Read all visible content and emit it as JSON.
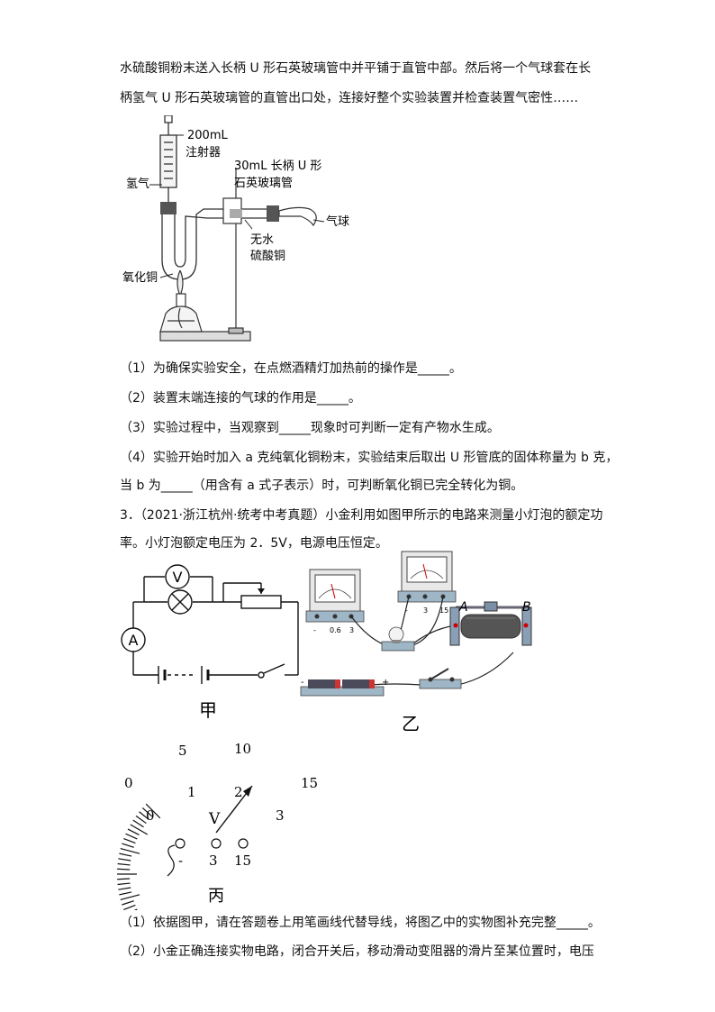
{
  "intro": {
    "line1": "水硫酸铜粉末送入长柄 U 形石英玻璃管中并平铺于直管中部。然后将一个气球套在长",
    "line2": "柄氢气 U 形石英玻璃管的直管出口处，连接好整个实验装置并检查装置气密性……"
  },
  "apparatus": {
    "syringe_volume": "200mL",
    "syringe_name": "注射器",
    "hydrogen": "氢气",
    "tube_line1": "30mL 长柄 U 形",
    "tube_line2": "石英玻璃管",
    "balloon": "气球",
    "cuso4_line1": "无水",
    "cuso4_line2": "硫酸铜",
    "cuo": "氧化铜"
  },
  "questions_q2": [
    "（1）为确保实验安全，在点燃酒精灯加热前的操作是_____。",
    "（2）装置末端连接的气球的作用是_____。",
    "（3）实验过程中，当观察到_____现象时可判断一定有产物水生成。",
    "（4）实验开始时加入 a 克纯氧化铜粉末，实验结束后取出 U 形管底的固体称量为 b 克，",
    "当 b 为_____（用含有 a 式子表示）时，可判断氧化铜已完全转化为铜。"
  ],
  "q3": {
    "line1": "3．（2021·浙江杭州·统考中考真题）小金利用如图甲所示的电路来测量小灯泡的额定功",
    "line2": "率。小灯泡额定电压为 2．5V，电源电压恒定。"
  },
  "circuit": {
    "voltmeter": "V",
    "ammeter": "A",
    "caption": "甲"
  },
  "physical": {
    "ammeter_terminals": [
      "-",
      "0.6",
      "3"
    ],
    "voltmeter_terminals": [
      "-",
      "3",
      "15"
    ],
    "end_a": "A",
    "end_b": "B",
    "batt_minus": "-",
    "batt_plus": "+",
    "caption": "乙"
  },
  "meter": {
    "upper_scale": [
      "0",
      "5",
      "10",
      "15"
    ],
    "lower_scale": [
      "0",
      "1",
      "2",
      "3"
    ],
    "unit": "V",
    "terminals": [
      "-",
      "3",
      "15"
    ],
    "caption": "丙"
  },
  "questions_q3": [
    "（1）依据图甲，请在答题卷上用笔画线代替导线，将图乙中的实物图补充完整_____。",
    "（2）小金正确连接实物电路，闭合开关后，移动滑动变阻器的滑片至某位置时，电压"
  ]
}
